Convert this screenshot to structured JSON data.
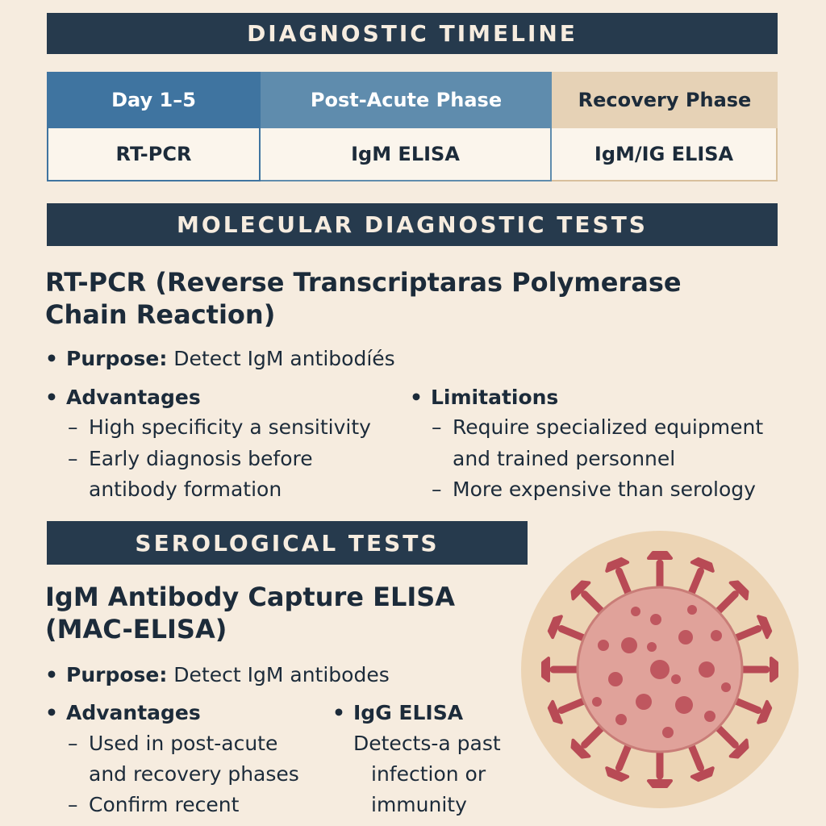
{
  "timeline": {
    "title": "DIAGNOSTIC TIMELINE",
    "phases": [
      {
        "label": "Day 1–5",
        "test": "RT-PCR"
      },
      {
        "label": "Post-Acute Phase",
        "test": "IgM ELISA"
      },
      {
        "label": "Recovery Phase",
        "test": "IgM/IG ELISA"
      }
    ]
  },
  "molecular": {
    "banner": "MOLECULAR DIAGNOSTIC TESTS",
    "title_line1": "RT-PCR (Reverse Transcriptaras Polymerase",
    "title_line2": "Chain Reaction)",
    "purpose_label": "Purpose:",
    "purpose_text": " Detect IgM antibodíés",
    "advantages_label": "Advantages",
    "advantages": [
      "High specificity a sensitivity",
      "Early diagnosis before",
      "antibody formation"
    ],
    "limitations_label": "Limitations",
    "limitations": [
      "Require specialized equipment",
      "and trained personnel",
      "More expensive than serology"
    ]
  },
  "serological": {
    "banner": "SEROLOGICAL TESTS",
    "title_line1": "IgM Antibody Capture ELISA",
    "title_line2": "(MAC-ELISA)",
    "purpose_label": "Purpose:",
    "purpose_text": " Detect IgM antibodes",
    "advantages_label": "Advantages",
    "advantages": [
      "Used in post-acute",
      "and recovery phases",
      "Confirm recent"
    ],
    "igg_label": "IgG ELISA",
    "igg_lines": [
      "Detects-a past",
      "infection or",
      "immunity"
    ]
  },
  "icons": {
    "virus": "virus-icon"
  },
  "colors": {
    "banner": "#263a4d",
    "background": "#f6ecdf",
    "phase1": "#3f74a0",
    "phase2": "#5f8cad",
    "phase3": "#e6d2b6",
    "virus_body": "#e0a29a",
    "virus_spike": "#b84a55",
    "virus_halo": "#ecd4b4"
  }
}
